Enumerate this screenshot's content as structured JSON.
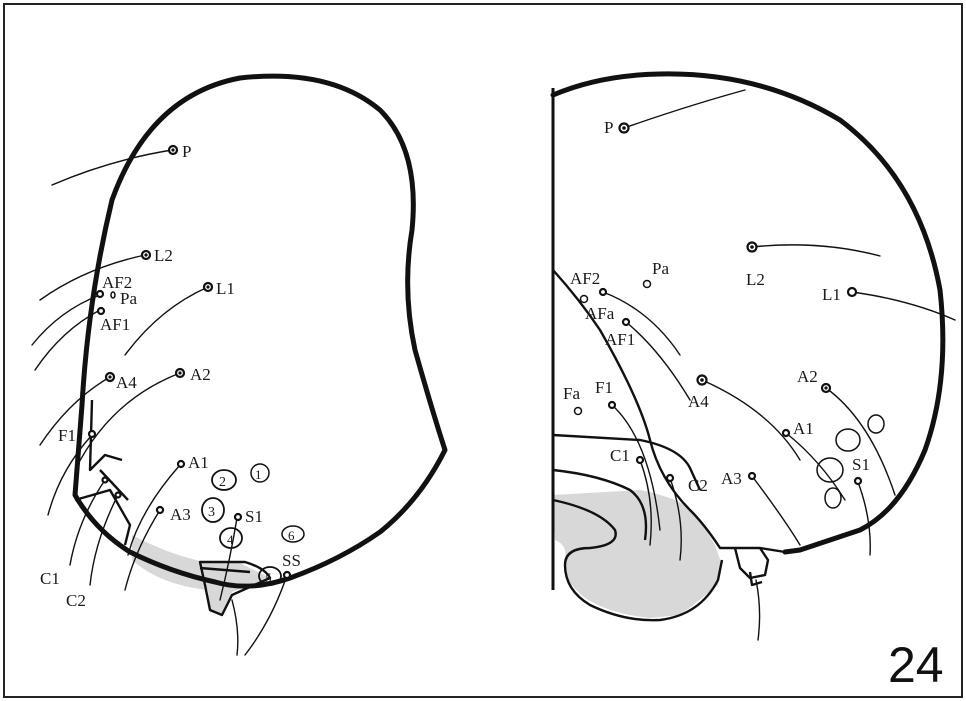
{
  "figure_number": "24",
  "left_view": {
    "labels": {
      "P": "P",
      "L2": "L2",
      "AF2": "AF2",
      "Pa": "Pa",
      "L1": "L1",
      "AF1": "AF1",
      "A4": "A4",
      "A2": "A2",
      "F1": "F1",
      "A1": "A1",
      "A3": "A3",
      "S1": "S1",
      "SS": "SS",
      "C1": "C1",
      "C2": "C2",
      "n1": "1",
      "n2": "2",
      "n3": "3",
      "n4": "4",
      "n5": "5",
      "n6": "6"
    }
  },
  "right_view": {
    "labels": {
      "P": "P",
      "Pa": "Pa",
      "AF2": "AF2",
      "L2": "L2",
      "L1": "L1",
      "AFa": "AFa",
      "AF1": "AF1",
      "A2": "A2",
      "Fa": "Fa",
      "F1": "F1",
      "A4": "A4",
      "A1": "A1",
      "C1": "C1",
      "S1": "S1",
      "C2": "C2",
      "A3": "A3"
    }
  }
}
